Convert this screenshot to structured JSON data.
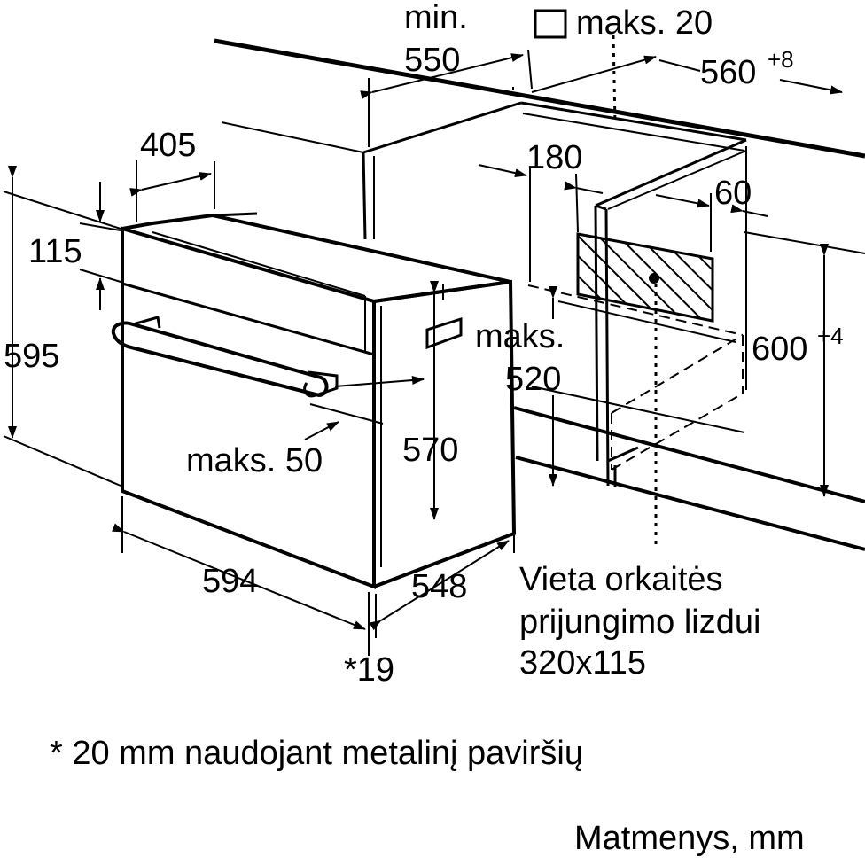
{
  "diagram": {
    "labels": {
      "min": "min.",
      "d550": "550",
      "maks20": "maks. 20",
      "d560": "560",
      "d560_tol": "+8",
      "d405": "405",
      "d180": "180",
      "d60": "60",
      "d115": "115",
      "d595": "595",
      "d600": "600",
      "d600_tol": "+4",
      "maks520_a": "maks.",
      "maks520_b": "520",
      "maks50": "maks. 50",
      "d570": "570",
      "d594": "594",
      "d548": "548",
      "star19": "*19"
    },
    "socket_note": {
      "line1": "Vieta orkaitės",
      "line2": "prijungimo lizdui",
      "line3": "320x115"
    },
    "footnote": "* 20 mm naudojant metalinį paviršių",
    "units": "Matmenys, mm"
  }
}
